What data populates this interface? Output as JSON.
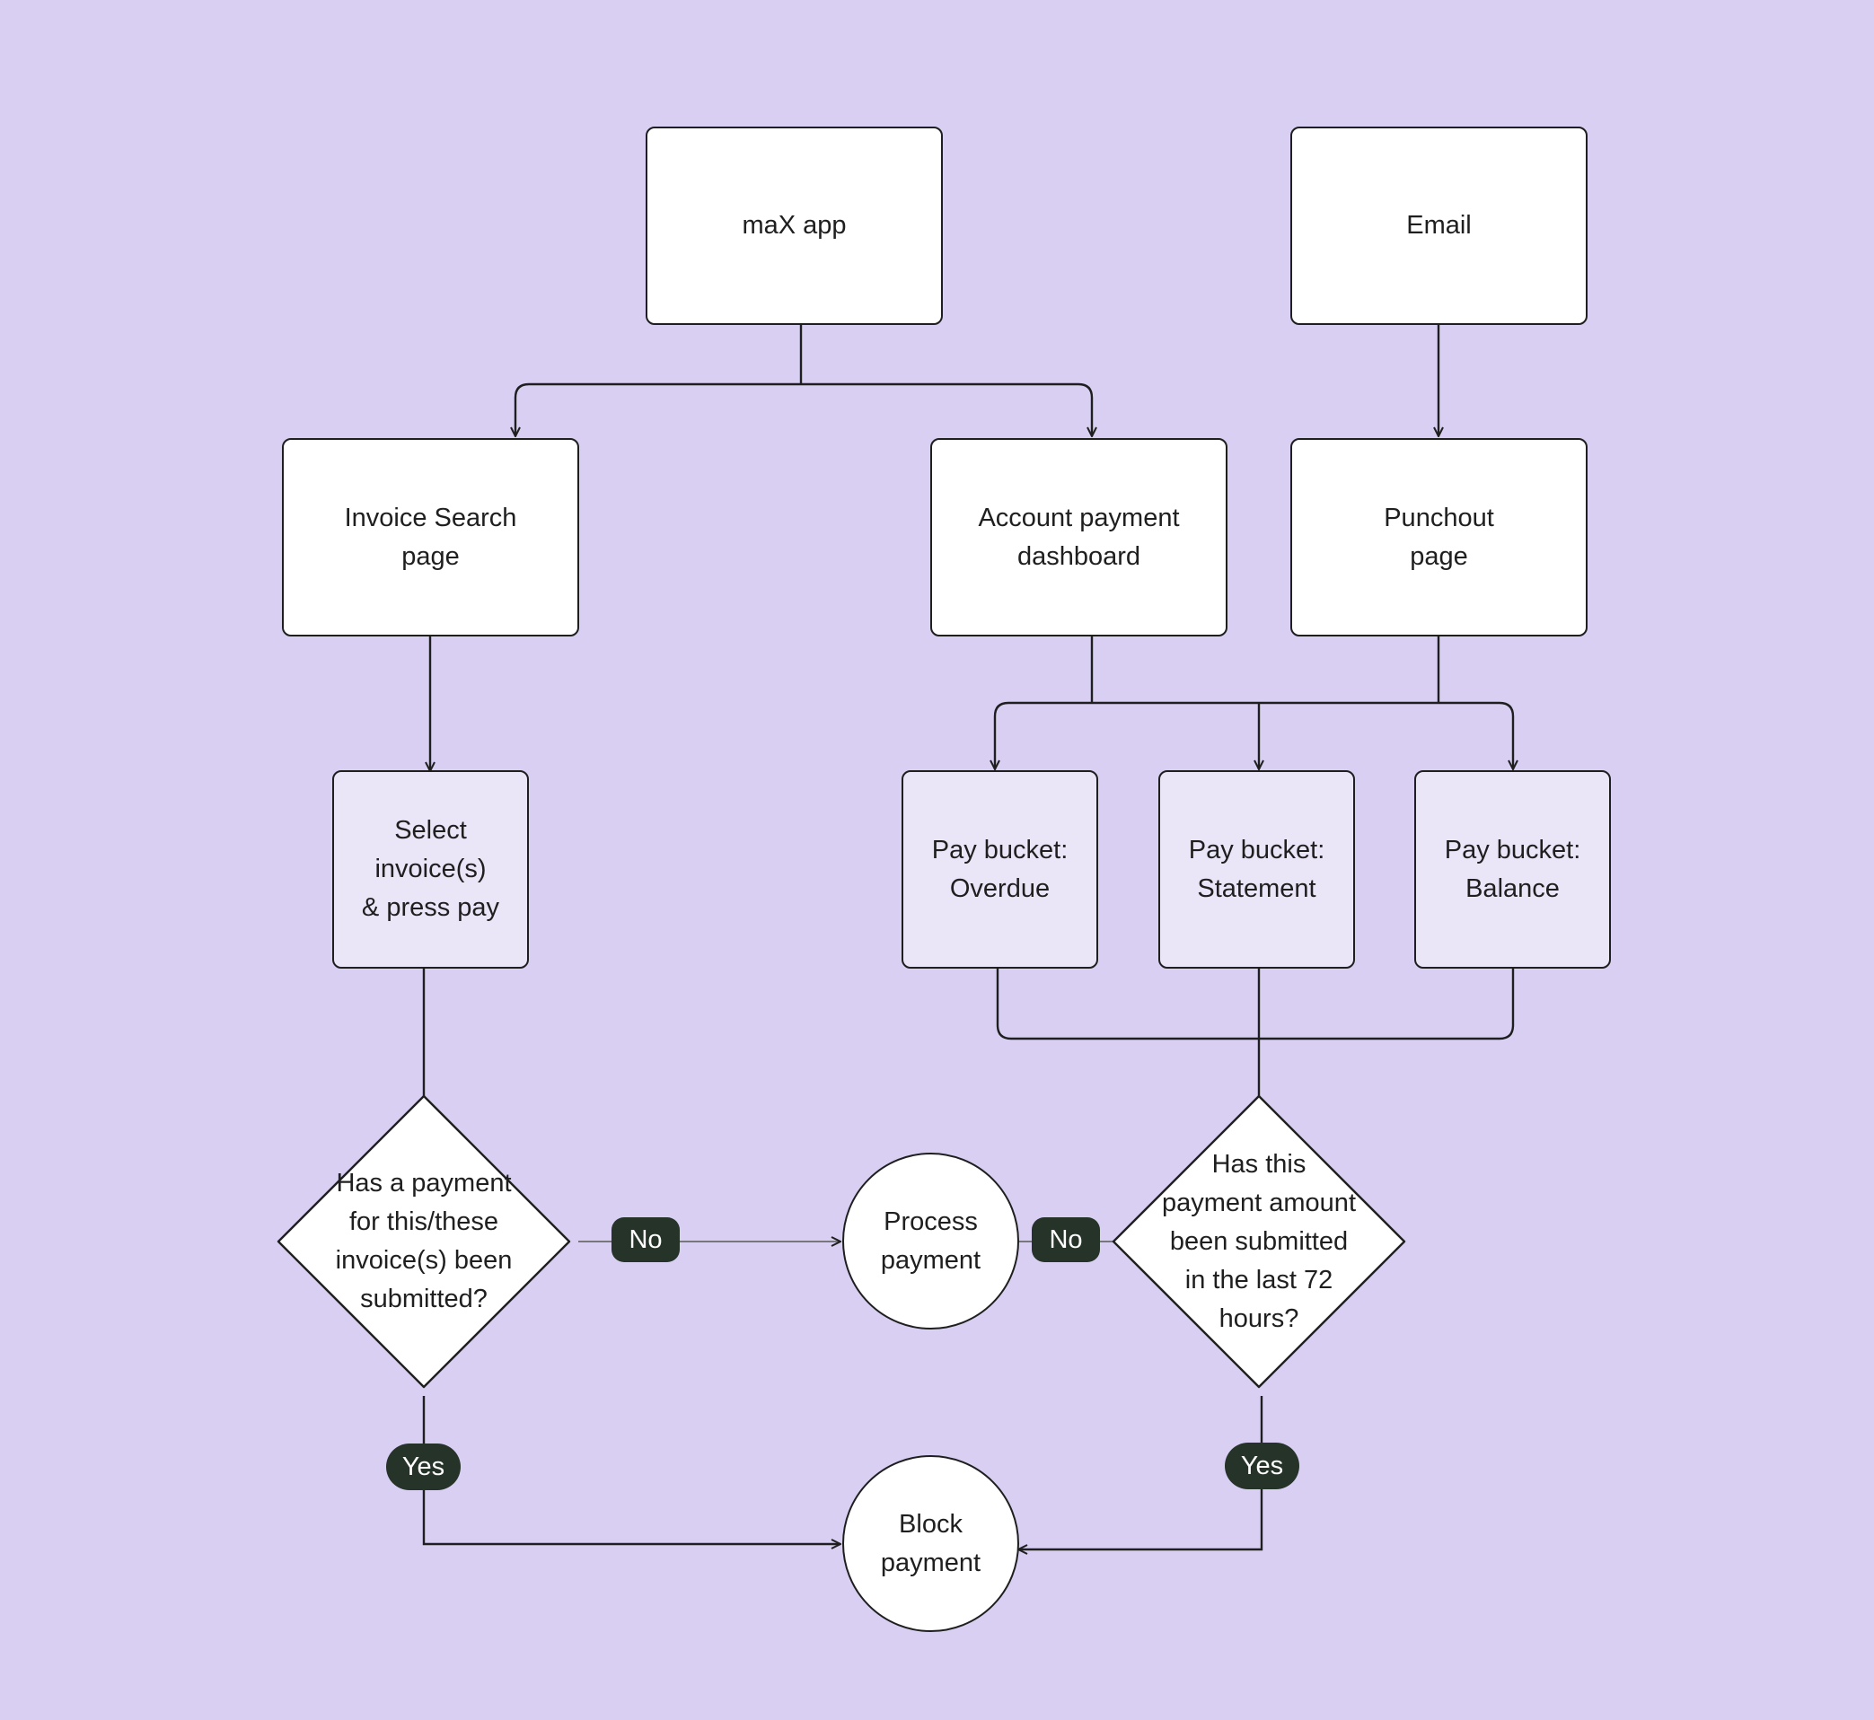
{
  "nodes": {
    "max_app": "maX app",
    "email": "Email",
    "invoice_search": "Invoice Search\npage",
    "account_dashboard": "Account payment\ndashboard",
    "punchout": "Punchout\npage",
    "select_invoice": "Select\ninvoice(s)\n& press pay",
    "bucket_overdue": "Pay bucket:\nOverdue",
    "bucket_statement": "Pay bucket:\nStatement",
    "bucket_balance": "Pay bucket:\nBalance",
    "decision_invoice": "Has a payment\nfor this/these\ninvoice(s) been\nsubmitted?",
    "decision_amount": "Has this\npayment amount\nbeen submitted\nin the last 72\nhours?",
    "process_payment": "Process\npayment",
    "block_payment": "Block\npayment"
  },
  "labels": {
    "no_left": "No",
    "no_right": "No",
    "yes_left": "Yes",
    "yes_right": "Yes"
  },
  "colors": {
    "background": "#d8cff3",
    "box_fill": "#ffffff",
    "light_box_fill": "#ebe5f8",
    "stroke": "#1f1f1f",
    "pill_fill": "#253329",
    "pill_text": "#ffffff"
  }
}
